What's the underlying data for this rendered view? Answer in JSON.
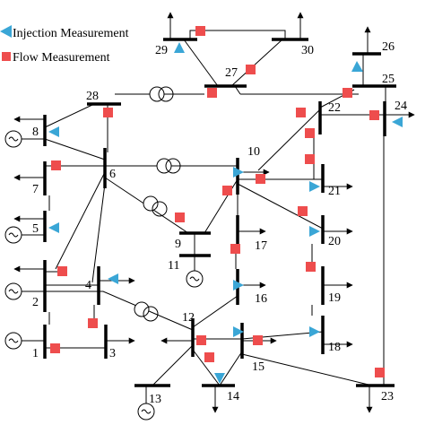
{
  "legend": {
    "injection_label": "Injection Measurement",
    "flow_label": "Flow Measurement"
  },
  "colors": {
    "flow_measurement": "#ee4d4d",
    "injection_measurement": "#3aa6d6",
    "line": "#000000"
  },
  "buses": {
    "b1": "1",
    "b2": "2",
    "b3": "3",
    "b4": "4",
    "b5": "5",
    "b6": "6",
    "b7": "7",
    "b8": "8",
    "b9": "9",
    "b10": "10",
    "b11": "11",
    "b12": "12",
    "b13": "13",
    "b14": "14",
    "b15": "15",
    "b16": "16",
    "b17": "17",
    "b18": "18",
    "b19": "19",
    "b20": "20",
    "b21": "21",
    "b22": "22",
    "b23": "23",
    "b24": "24",
    "b25": "25",
    "b26": "26",
    "b27": "27",
    "b28": "28",
    "b29": "29",
    "b30": "30"
  }
}
